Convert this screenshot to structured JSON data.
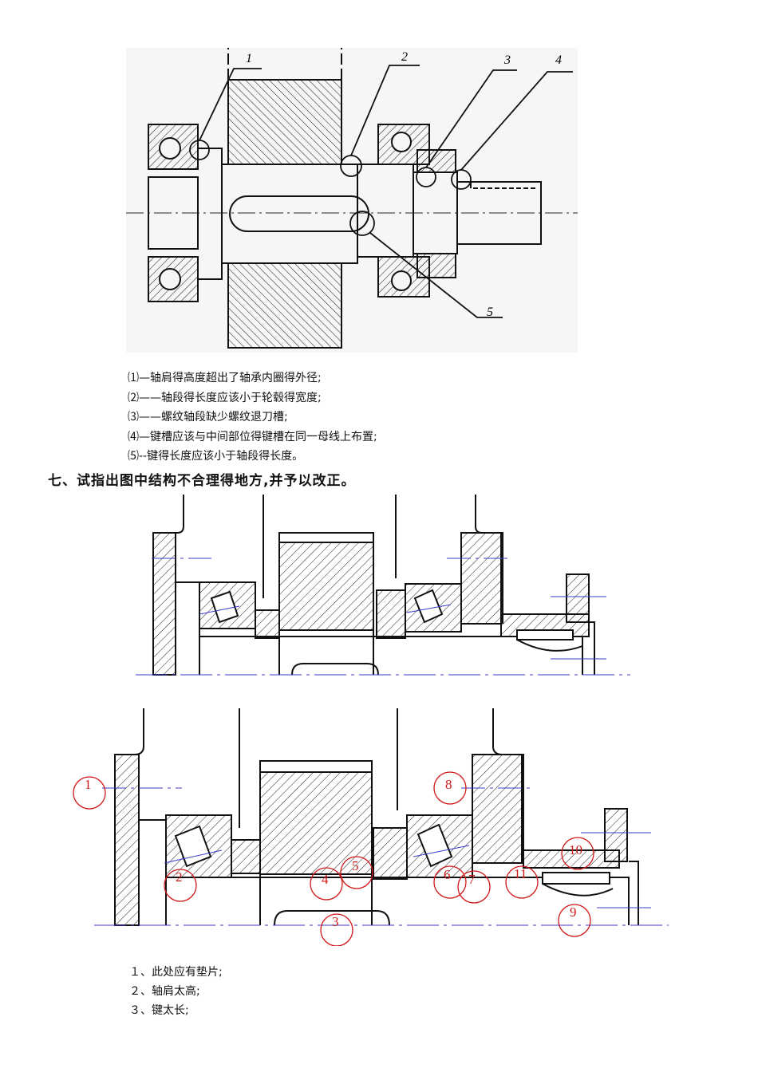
{
  "figure1": {
    "labels": [
      "1",
      "2",
      "3",
      "4",
      "5"
    ]
  },
  "answers1": [
    "⑴—轴肩得高度超出了轴承内圈得外径;",
    "⑵——轴段得长度应该小于轮毂得宽度;",
    "⑶——螺纹轴段缺少螺纹退刀槽;",
    "⑷—键槽应该与中间部位得键槽在同一母线上布置;",
    "⑸--键得长度应该小于轴段得长度。"
  ],
  "section_heading": "七、试指出图中结构不合理得地方,并予以改正。",
  "figure3": {
    "markers": [
      "1",
      "2",
      "3",
      "4",
      "5",
      "6",
      "7",
      "8",
      "9",
      "10",
      "11"
    ],
    "marker_color": "#d01818",
    "centerline_color": "#3a3ad0"
  },
  "answers2": [
    "１、此处应有垫片;",
    "２、轴肩太高;",
    "３、键太长;"
  ]
}
